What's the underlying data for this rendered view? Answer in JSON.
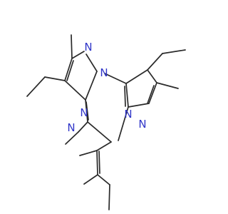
{
  "structure": {
    "background": "#ffffff",
    "bond_color": "#2a2a2a",
    "heteroatom_color": "#2f35c8",
    "atoms": {
      "n1": "N",
      "n2": "N",
      "n3": "N",
      "n4": "N",
      "n5": "N",
      "n6": "N"
    }
  }
}
